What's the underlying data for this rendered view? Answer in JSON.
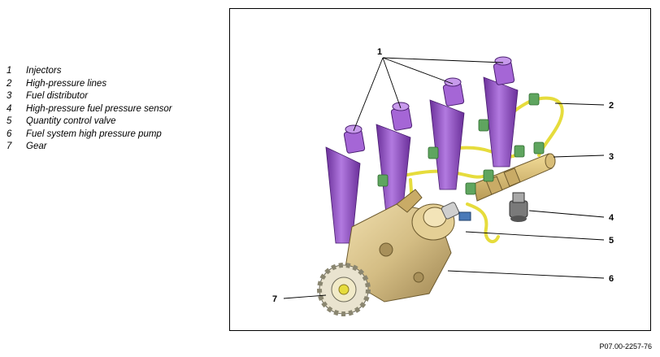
{
  "legend": [
    {
      "num": "1",
      "text": "Injectors"
    },
    {
      "num": "2",
      "text": "High-pressure lines"
    },
    {
      "num": "3",
      "text": "Fuel distributor"
    },
    {
      "num": "4",
      "text": "High-pressure fuel pressure sensor"
    },
    {
      "num": "5",
      "text": "Quantity control valve"
    },
    {
      "num": "6",
      "text": "Fuel system high pressure pump"
    },
    {
      "num": "7",
      "text": "Gear"
    }
  ],
  "callouts": [
    "1",
    "2",
    "3",
    "4",
    "5",
    "6",
    "7"
  ],
  "reference_code": "P07.00-2257-76",
  "colors": {
    "injector": "#9b59c9",
    "injector_dark": "#6a2f99",
    "line": "#e8e04a",
    "fitting": "#5fa55f",
    "pump": "#d9c48f",
    "pump_dark": "#a8905a",
    "rail": "#e0c070"
  }
}
